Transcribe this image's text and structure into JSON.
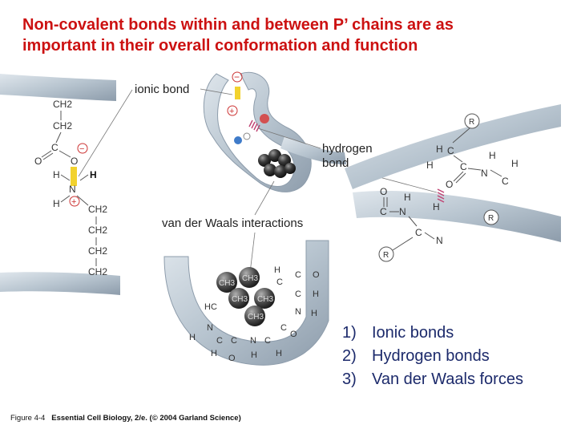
{
  "title": {
    "line1": "Non-covalent bonds within and between P’ chains are as",
    "line2": "important in their overall conformation and function"
  },
  "labels": {
    "ionic_bond": "ionic bond",
    "hydrogen_bond_line1": "hydrogen",
    "hydrogen_bond_line2": "bond",
    "van_der_waals": "van der Waals interactions"
  },
  "chem": {
    "ch2": "CH2",
    "ch3": "CH3",
    "c": "C",
    "o": "O",
    "h": "H",
    "n": "N",
    "hc": "HC",
    "r": "R",
    "minus": "−",
    "plus": "+"
  },
  "list": [
    {
      "num": "1)",
      "text": "Ionic bonds"
    },
    {
      "num": "2)",
      "text": "Hydrogen bonds"
    },
    {
      "num": "3)",
      "text": "Van der Waals  forces"
    }
  ],
  "caption": {
    "figure": "Figure 4-4",
    "book": "Essential Cell Biology, 2/e.",
    "copyright": "(© 2004 Garland Science)"
  },
  "colors": {
    "title": "#cc1111",
    "list": "#1c2a6b",
    "chain": "#b9c6d1",
    "chain_dark": "#8797a6",
    "ionic_highlight": "#f2d22e",
    "hbond_pink": "#c04575"
  }
}
